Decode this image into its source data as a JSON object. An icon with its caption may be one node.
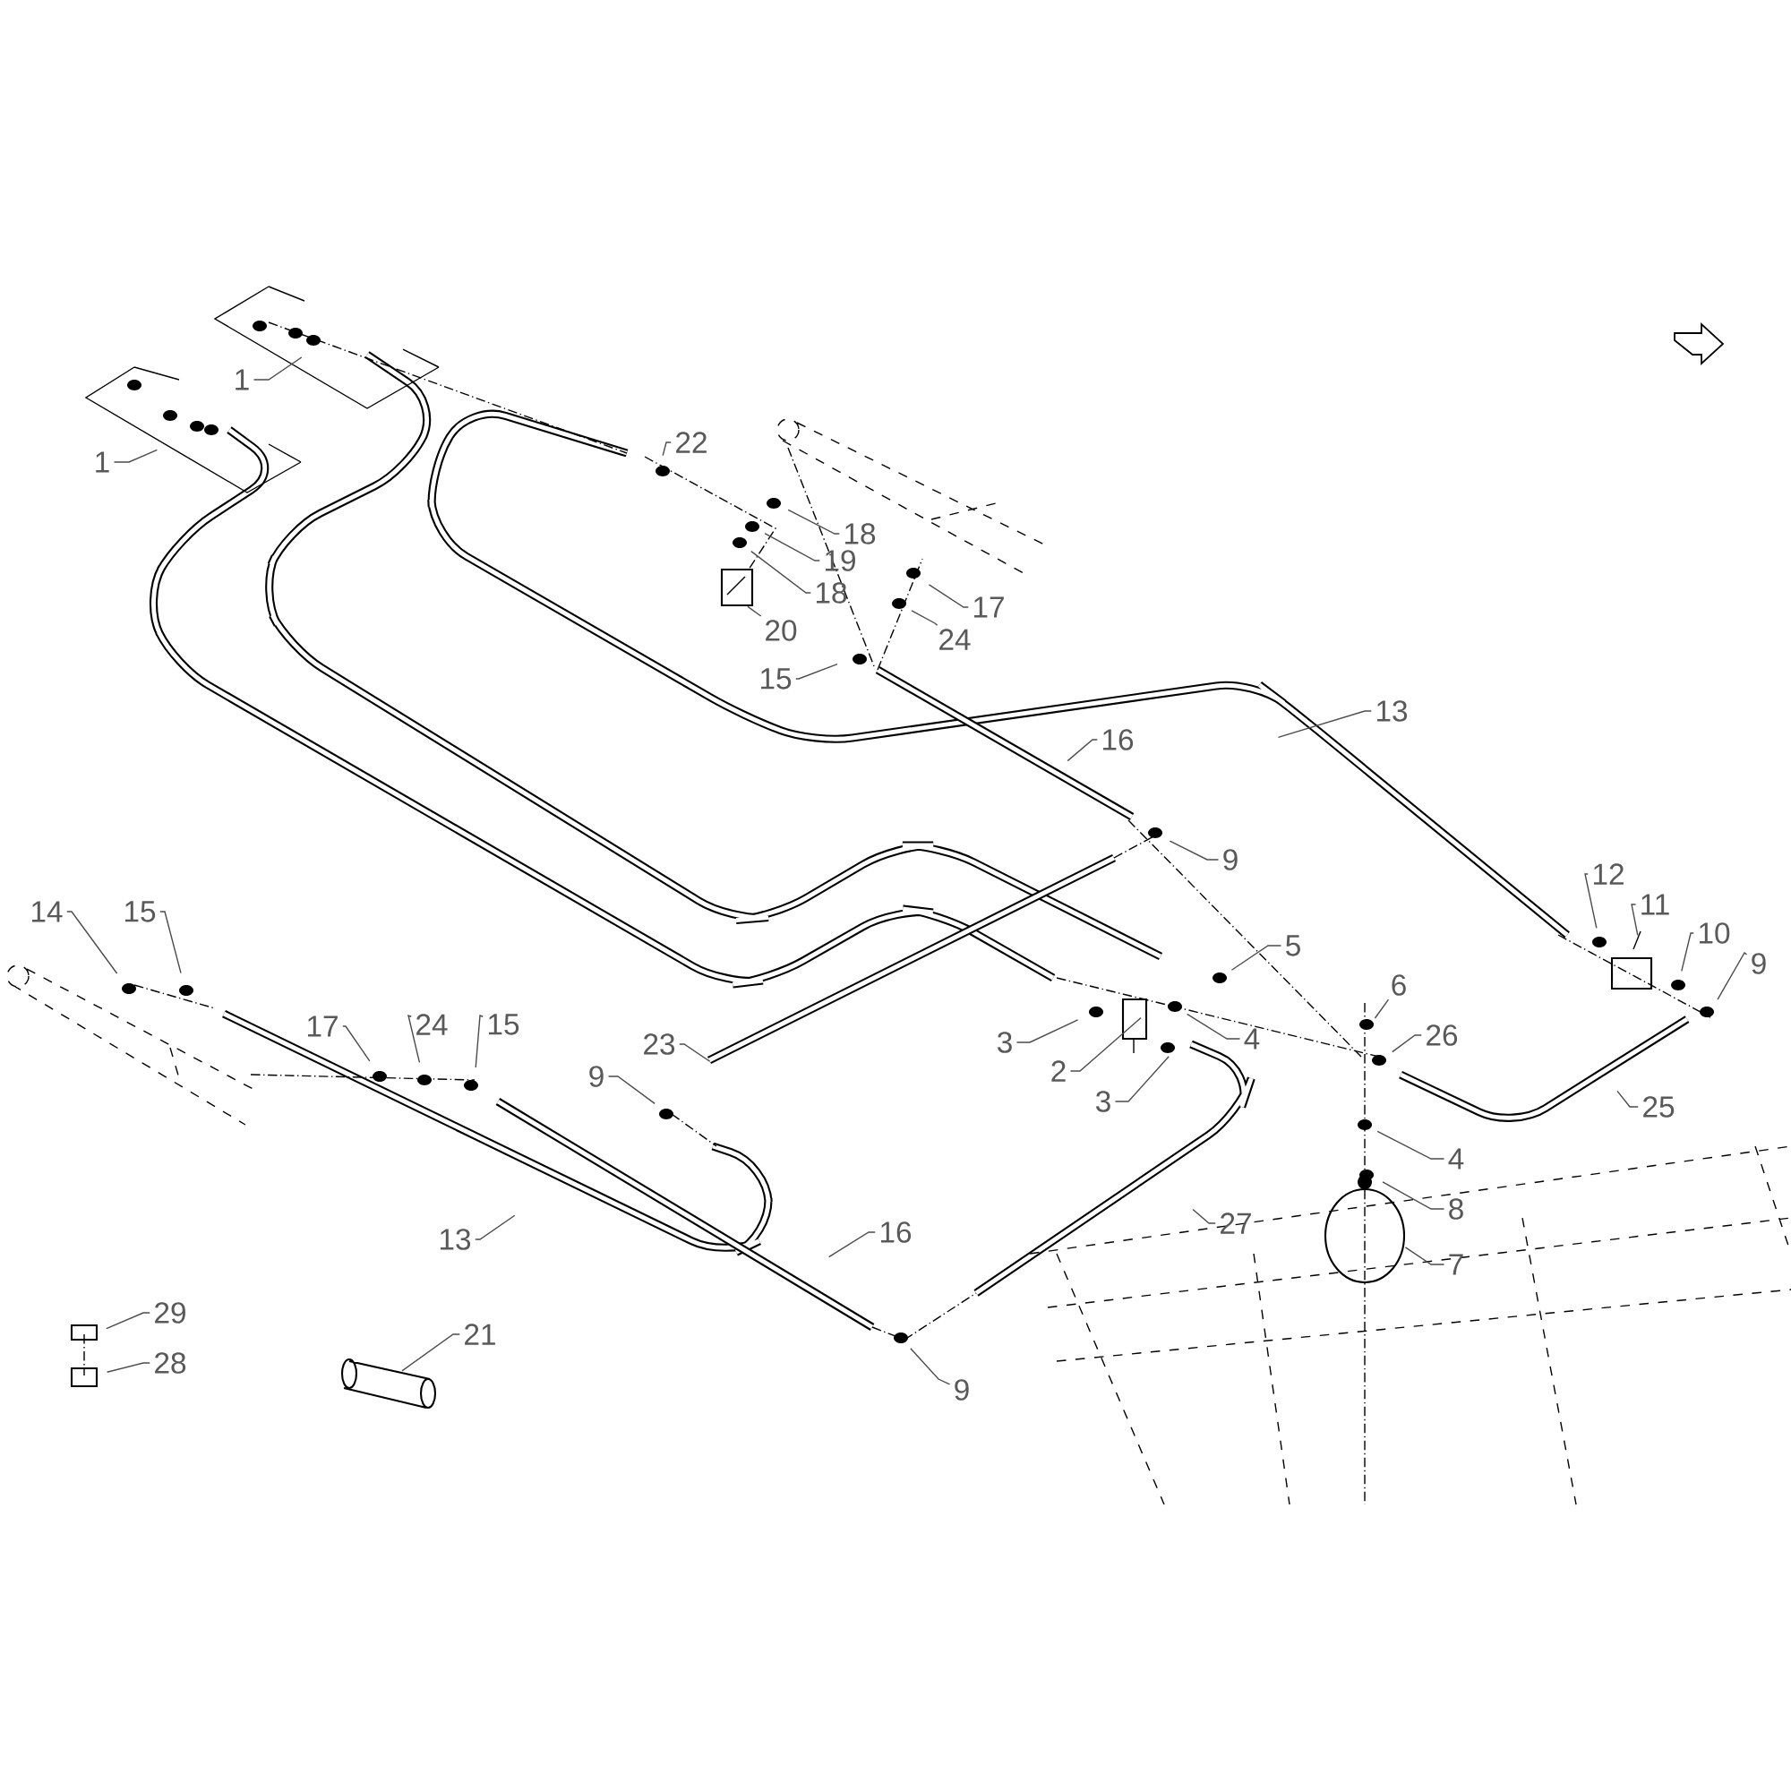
{
  "diagram": {
    "nodes": [
      {
        "text": [
          "1"
        ]
      },
      {
        "text": [
          "1"
        ]
      },
      {
        "text": [
          "22"
        ]
      },
      {
        "text": [
          "18"
        ]
      },
      {
        "text": [
          "19"
        ]
      },
      {
        "text": [
          "18"
        ]
      },
      {
        "text": [
          "20"
        ]
      },
      {
        "text": [
          "17"
        ]
      },
      {
        "text": [
          "24"
        ]
      },
      {
        "text": [
          "15"
        ]
      },
      {
        "text": [
          "13"
        ]
      },
      {
        "text": [
          "16"
        ]
      },
      {
        "text": [
          "9"
        ]
      },
      {
        "text": [
          "14"
        ]
      },
      {
        "text": [
          "15"
        ]
      },
      {
        "text": [
          "12"
        ]
      },
      {
        "text": [
          "11"
        ]
      },
      {
        "text": [
          "10"
        ]
      },
      {
        "text": [
          "9"
        ]
      },
      {
        "text": [
          "5"
        ]
      },
      {
        "text": [
          "6"
        ]
      },
      {
        "text": [
          "26"
        ]
      },
      {
        "text": [
          "3"
        ]
      },
      {
        "text": [
          "4"
        ]
      },
      {
        "text": [
          "2"
        ]
      },
      {
        "text": [
          "3"
        ]
      },
      {
        "text": [
          "25"
        ]
      },
      {
        "text": [
          "17"
        ]
      },
      {
        "text": [
          "24"
        ]
      },
      {
        "text": [
          "15"
        ]
      },
      {
        "text": [
          "23"
        ]
      },
      {
        "text": [
          "9"
        ]
      },
      {
        "text": [
          "4"
        ]
      },
      {
        "text": [
          "8"
        ]
      },
      {
        "text": [
          "7"
        ]
      },
      {
        "text": [
          "13"
        ]
      },
      {
        "text": [
          "27"
        ]
      },
      {
        "text": [
          "16"
        ]
      },
      {
        "text": [
          "29"
        ]
      },
      {
        "text": [
          "21"
        ]
      },
      {
        "text": [
          "28"
        ]
      },
      {
        "text": [
          "9"
        ]
      }
    ],
    "edges": [
      {
        "from": 0,
        "to": null,
        "arrow": "none"
      },
      {
        "from": 1,
        "to": null,
        "arrow": "none"
      },
      {
        "from": 2,
        "to": null,
        "arrow": "none"
      },
      {
        "from": 3,
        "to": null,
        "arrow": "none"
      },
      {
        "from": 4,
        "to": null,
        "arrow": "none"
      },
      {
        "from": 5,
        "to": null,
        "arrow": "none"
      },
      {
        "from": 6,
        "to": null,
        "arrow": "none"
      },
      {
        "from": 7,
        "to": null,
        "arrow": "none"
      },
      {
        "from": 8,
        "to": null,
        "arrow": "none"
      },
      {
        "from": 9,
        "to": null,
        "arrow": "none"
      },
      {
        "from": 10,
        "to": null,
        "arrow": "none"
      },
      {
        "from": 11,
        "to": null,
        "arrow": "none"
      },
      {
        "from": 12,
        "to": null,
        "arrow": "none"
      },
      {
        "from": 13,
        "to": null,
        "arrow": "none"
      },
      {
        "from": 14,
        "to": null,
        "arrow": "none"
      },
      {
        "from": 15,
        "to": null,
        "arrow": "none"
      },
      {
        "from": 16,
        "to": null,
        "arrow": "none"
      },
      {
        "from": 17,
        "to": null,
        "arrow": "none"
      },
      {
        "from": 18,
        "to": null,
        "arrow": "none"
      },
      {
        "from": 19,
        "to": null,
        "arrow": "none"
      },
      {
        "from": 20,
        "to": null,
        "arrow": "none"
      },
      {
        "from": 21,
        "to": null,
        "arrow": "none"
      },
      {
        "from": 22,
        "to": null,
        "arrow": "none"
      },
      {
        "from": 23,
        "to": null,
        "arrow": "none"
      },
      {
        "from": 24,
        "to": null,
        "arrow": "none"
      },
      {
        "from": 25,
        "to": null,
        "arrow": "none"
      },
      {
        "from": 26,
        "to": null,
        "arrow": "none"
      },
      {
        "from": 27,
        "to": null,
        "arrow": "none"
      },
      {
        "from": 28,
        "to": null,
        "arrow": "none"
      },
      {
        "from": 29,
        "to": null,
        "arrow": "none"
      },
      {
        "from": 30,
        "to": null,
        "arrow": "none"
      },
      {
        "from": 31,
        "to": null,
        "arrow": "none"
      },
      {
        "from": 32,
        "to": null,
        "arrow": "none"
      },
      {
        "from": 33,
        "to": null,
        "arrow": "none"
      },
      {
        "from": 34,
        "to": null,
        "arrow": "none"
      },
      {
        "from": 35,
        "to": null,
        "arrow": "none"
      },
      {
        "from": 36,
        "to": null,
        "arrow": "none"
      },
      {
        "from": 37,
        "to": null,
        "arrow": "none"
      },
      {
        "from": 38,
        "to": null,
        "arrow": "none"
      },
      {
        "from": 39,
        "to": null,
        "arrow": "none"
      },
      {
        "from": 40,
        "to": null,
        "arrow": "none"
      },
      {
        "from": 41,
        "to": null,
        "arrow": "none"
      }
    ]
  }
}
